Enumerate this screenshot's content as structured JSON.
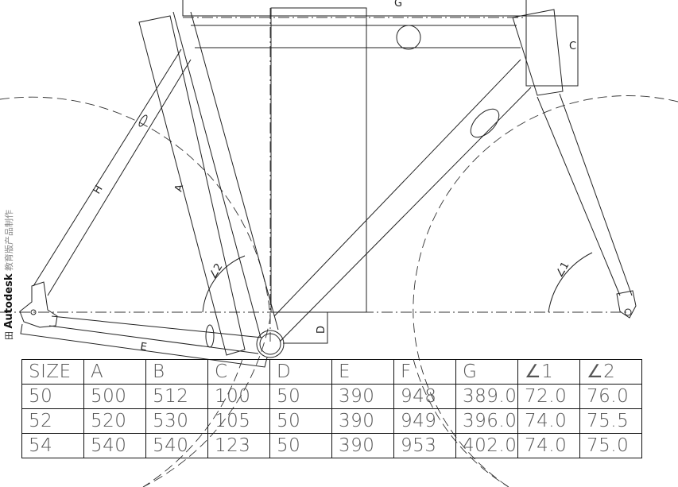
{
  "watermark": {
    "brand": "Autodesk",
    "suffix": "教育版产品制作"
  },
  "labels": {
    "top": "G",
    "headtube": "C",
    "seat_tube": "A",
    "seat_stay": "H",
    "chainstay": "E",
    "bb_drop": "D",
    "angle1": "∠1",
    "angle2": "∠2"
  },
  "table": {
    "headers": [
      "SIZE",
      "A",
      "B",
      "C",
      "D",
      "E",
      "F",
      "G",
      "∠1",
      "∠2"
    ],
    "rows": [
      [
        "50",
        "500",
        "512",
        "100",
        "50",
        "390",
        "948",
        "389.0",
        "72.0",
        "76.0"
      ],
      [
        "52",
        "520",
        "530",
        "105",
        "50",
        "390",
        "949",
        "396.0",
        "74.0",
        "75.5"
      ],
      [
        "54",
        "540",
        "540",
        "123",
        "50",
        "390",
        "953",
        "402.0",
        "74.0",
        "75.0"
      ]
    ]
  }
}
